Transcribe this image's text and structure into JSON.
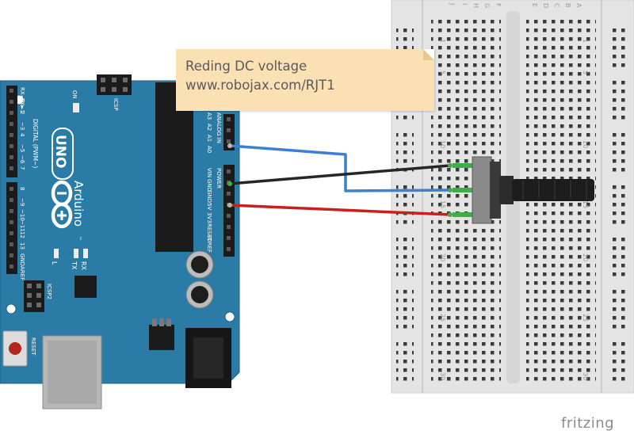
{
  "note": {
    "line1": "Reding DC voltage",
    "line2": "www.robojax.com/RJT1"
  },
  "brand": {
    "name": "fritzing"
  },
  "arduino": {
    "model": "UNO",
    "maker": "Arduino",
    "tm": "™",
    "digital_label": "DIGITAL (PWM~)",
    "icsp_label": "ICSP",
    "icsp2_label": "ICSP2",
    "on_label": "ON",
    "l_label": "L",
    "tx_label": "TX",
    "rx_label": "RX",
    "reset_label": "RESET",
    "power_label": "POWER",
    "analog_label": "ANALOG IN",
    "digital_pins": [
      "RX◄0",
      "TX►1",
      "2",
      "~3",
      "4",
      "~5",
      "~6",
      "7",
      "8",
      "~9",
      "~10",
      "~11",
      "12",
      "13",
      "GND",
      "AREF"
    ],
    "power_pins": [
      "VIN",
      "GND",
      "GND",
      "5V",
      "3V3",
      "RESET",
      "IOREF"
    ],
    "analog_pins": [
      "A0",
      "A1",
      "A2",
      "A3"
    ]
  },
  "breadboard": {
    "row_numbers": [
      "1",
      "5",
      "10",
      "15",
      "20",
      "25",
      "30"
    ],
    "col_letters_left": [
      "J",
      "I",
      "H",
      "G",
      "F"
    ],
    "col_letters_right": [
      "E",
      "D",
      "C",
      "B",
      "A"
    ]
  },
  "colors": {
    "board": "#2a7ca6",
    "breadboard": "#e4e4e4",
    "wire_blue": "#3d7fd0",
    "wire_black": "#262626",
    "wire_red": "#c8201c",
    "note": "#fbe0b4"
  },
  "wires": [
    {
      "from": "A0",
      "to": "potentiometer wiper",
      "color": "blue"
    },
    {
      "from": "GND",
      "to": "potentiometer pin 1",
      "color": "black"
    },
    {
      "from": "5V",
      "to": "potentiometer pin 3",
      "color": "red"
    }
  ]
}
